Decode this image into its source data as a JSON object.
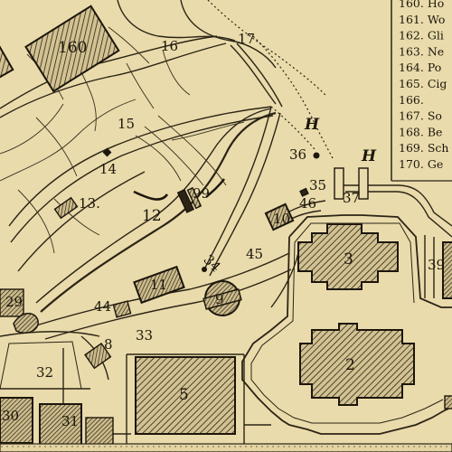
{
  "map": {
    "labels": {
      "n160": "160",
      "n16": "16",
      "n17": "17",
      "h1": "H",
      "h2": "H",
      "n15": "15",
      "n14": "14",
      "n13": "13.",
      "n12": "12",
      "n99": "99",
      "n36": "36",
      "n35": "35",
      "n46": "46",
      "n37": "37",
      "n10": "10",
      "n3": "3",
      "n39": "39",
      "n45": "45",
      "n34": "34",
      "n11": "11",
      "n9": "9",
      "n44": "44",
      "n29": "29",
      "n8": "8",
      "n33": "33",
      "n32": "32",
      "n2": "2",
      "n5": "5",
      "n30": "30",
      "n31": "31"
    },
    "legend": {
      "entries": [
        {
          "num": "160.",
          "text": "Ho"
        },
        {
          "num": "161.",
          "text": "Wo"
        },
        {
          "num": "162.",
          "text": "Gli"
        },
        {
          "num": "163.",
          "text": "Ne"
        },
        {
          "num": "164.",
          "text": "Po"
        },
        {
          "num": "165.",
          "text": "Cig"
        },
        {
          "num": "166.",
          "text": ""
        },
        {
          "num": "167.",
          "text": "So"
        },
        {
          "num": "168.",
          "text": "Be"
        },
        {
          "num": "169.",
          "text": "Sch"
        },
        {
          "num": "170.",
          "text": "Ge"
        }
      ]
    }
  }
}
